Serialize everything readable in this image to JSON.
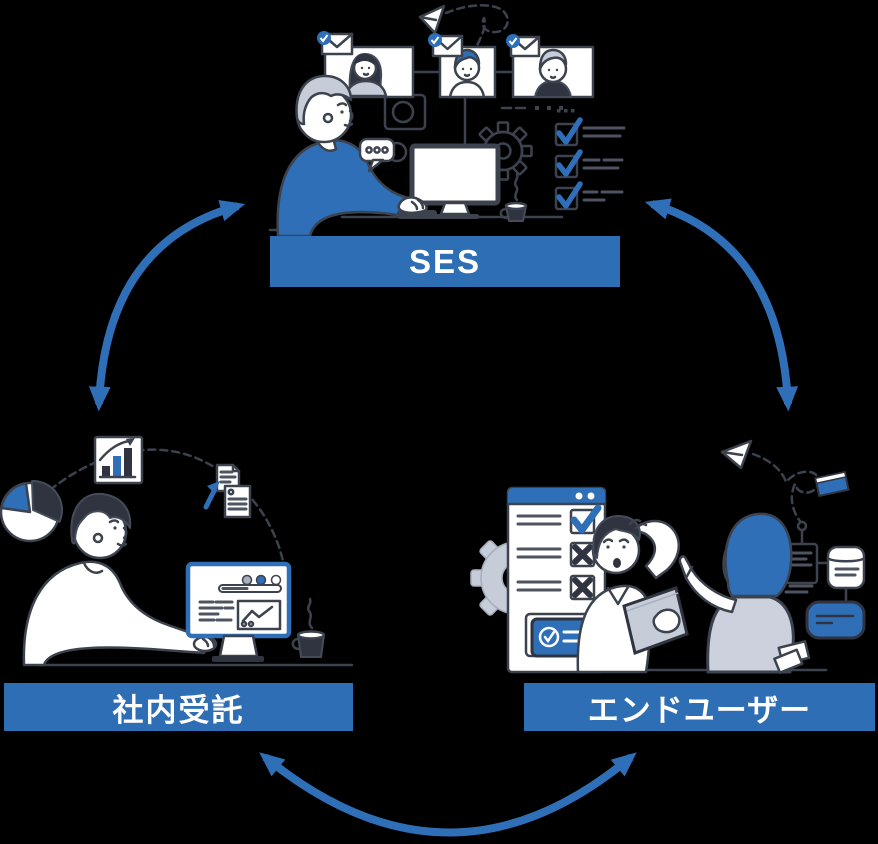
{
  "diagram": {
    "type": "three-node-cycle",
    "background": "#000000",
    "nodes": [
      {
        "id": "ses",
        "label": "SES",
        "position": "top",
        "illustration": "engineer with gray hair in blue sweater working at a monitor, video call with three participants, mail notifications with blue check badges, webcam, speech bubble, gear, task checklist with blue checks, coffee cup, paper plane with dashed trail"
      },
      {
        "id": "inhouse",
        "label": "社内受託",
        "position": "bottom-left",
        "illustration": "developer with dark hair in white shirt at a blue-framed analytics monitor, pie chart, rising bar chart card, documents with cursor arrow, dashed arc, coffee cup"
      },
      {
        "id": "enduser",
        "label": "エンドユーザー",
        "position": "bottom-right",
        "illustration": "confused man scratching head holding tablet and woman with blue hair pointing at a browser checklist window (one blue check, two crosses), approved blue card, light gray gear, flowchart cards, paper plane with dashed trail"
      }
    ],
    "arrows": [
      {
        "id": "ses-inhouse",
        "between": [
          "SES",
          "社内受託"
        ],
        "bidirectional": true,
        "shape": "curved"
      },
      {
        "id": "ses-enduser",
        "between": [
          "SES",
          "エンドユーザー"
        ],
        "bidirectional": true,
        "shape": "curved"
      },
      {
        "id": "inhouse-enduser",
        "between": [
          "社内受託",
          "エンドユーザー"
        ],
        "bidirectional": true,
        "shape": "curved"
      }
    ],
    "colors": {
      "banner_blue": "#2e6eb4",
      "arrow_blue": "#2f6fb8",
      "illustration_blue": "#2e6fb7",
      "light_gray": "#c7ccd9",
      "dark_outline": "#3c424e",
      "white": "#ffffff",
      "label_text": "#ffffff"
    },
    "icons": [
      "paper-plane-icon",
      "envelope-check-icon",
      "video-call-window",
      "webcam-icon",
      "speech-bubble-icon",
      "monitor-icon",
      "gear-icon",
      "task-checklist-icon",
      "coffee-cup-icon",
      "pie-chart-icon",
      "bar-chart-growth-icon",
      "documents-icon",
      "cursor-arrow-icon",
      "browser-checklist-window-icon",
      "approved-card-icon",
      "tablet-icon",
      "flowchart-icon",
      "sticky-note-icon"
    ]
  }
}
